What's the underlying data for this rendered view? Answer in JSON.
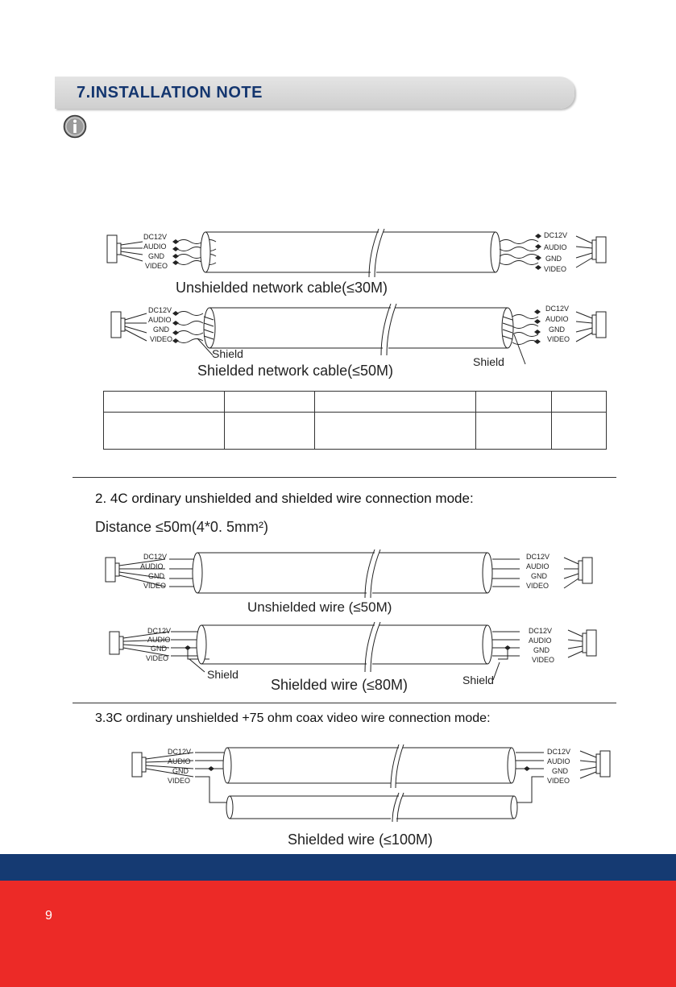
{
  "section": {
    "title": "7.INSTALLATION NOTE",
    "icon": "info-icon"
  },
  "cable_labels": {
    "dc": "DC12V",
    "audio": "AUDIO",
    "gnd": "GND",
    "video": "VIDEO"
  },
  "network": {
    "unshielded_caption": "Unshielded network cable(≤30M)",
    "shielded_caption": "Shielded network cable(≤50M)",
    "shield_label": "Shield"
  },
  "section2": {
    "heading": "2. 4C ordinary unshielded and shielded wire connection mode:",
    "distance": "Distance ≤50m(4*0. 5mm²)",
    "unshielded_caption": "Unshielded wire  (≤50M)",
    "shielded_caption": "Shielded wire  (≤80M)",
    "shield_label": "Shield"
  },
  "section3": {
    "heading": "3.3C ordinary unshielded +75 ohm coax video wire connection mode:",
    "shielded_caption": "Shielded wire  (≤100M)"
  },
  "footer": {
    "page": "9",
    "blue": "#153a72",
    "red": "#ec2a27"
  }
}
